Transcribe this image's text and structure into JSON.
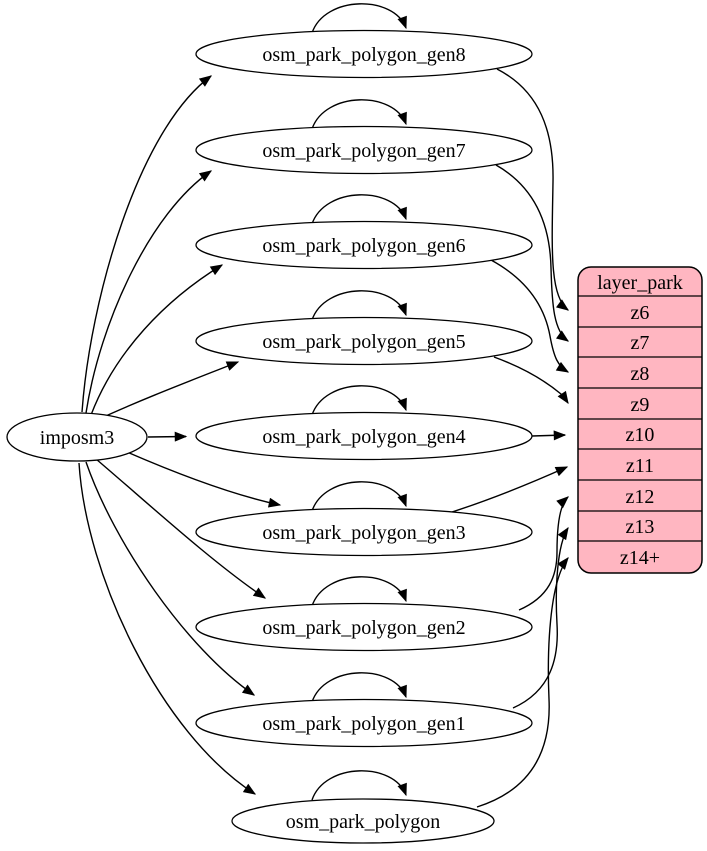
{
  "graph": {
    "source": {
      "label": "imposm3"
    },
    "tables": [
      {
        "label": "osm_park_polygon_gen8"
      },
      {
        "label": "osm_park_polygon_gen7"
      },
      {
        "label": "osm_park_polygon_gen6"
      },
      {
        "label": "osm_park_polygon_gen5"
      },
      {
        "label": "osm_park_polygon_gen4"
      },
      {
        "label": "osm_park_polygon_gen3"
      },
      {
        "label": "osm_park_polygon_gen2"
      },
      {
        "label": "osm_park_polygon_gen1"
      },
      {
        "label": "osm_park_polygon"
      }
    ],
    "layer_table": {
      "title": "layer_park",
      "rows": [
        "z6",
        "z7",
        "z8",
        "z9",
        "z10",
        "z11",
        "z12",
        "z13",
        "z14+"
      ]
    },
    "colors": {
      "layer_fill": "#ffb6c1",
      "node_fill": "#ffffff",
      "stroke": "#000000"
    },
    "edges": [
      {
        "from": "imposm3",
        "to": "osm_park_polygon_gen8"
      },
      {
        "from": "imposm3",
        "to": "osm_park_polygon_gen7"
      },
      {
        "from": "imposm3",
        "to": "osm_park_polygon_gen6"
      },
      {
        "from": "imposm3",
        "to": "osm_park_polygon_gen5"
      },
      {
        "from": "imposm3",
        "to": "osm_park_polygon_gen4"
      },
      {
        "from": "imposm3",
        "to": "osm_park_polygon_gen3"
      },
      {
        "from": "imposm3",
        "to": "osm_park_polygon_gen2"
      },
      {
        "from": "imposm3",
        "to": "osm_park_polygon_gen1"
      },
      {
        "from": "imposm3",
        "to": "osm_park_polygon"
      },
      {
        "from": "osm_park_polygon_gen8",
        "to": "osm_park_polygon_gen8"
      },
      {
        "from": "osm_park_polygon_gen7",
        "to": "osm_park_polygon_gen7"
      },
      {
        "from": "osm_park_polygon_gen6",
        "to": "osm_park_polygon_gen6"
      },
      {
        "from": "osm_park_polygon_gen5",
        "to": "osm_park_polygon_gen5"
      },
      {
        "from": "osm_park_polygon_gen4",
        "to": "osm_park_polygon_gen4"
      },
      {
        "from": "osm_park_polygon_gen3",
        "to": "osm_park_polygon_gen3"
      },
      {
        "from": "osm_park_polygon_gen2",
        "to": "osm_park_polygon_gen2"
      },
      {
        "from": "osm_park_polygon_gen1",
        "to": "osm_park_polygon_gen1"
      },
      {
        "from": "osm_park_polygon",
        "to": "osm_park_polygon"
      },
      {
        "from": "osm_park_polygon_gen8",
        "to": "layer_park:z6"
      },
      {
        "from": "osm_park_polygon_gen7",
        "to": "layer_park:z7"
      },
      {
        "from": "osm_park_polygon_gen6",
        "to": "layer_park:z8"
      },
      {
        "from": "osm_park_polygon_gen5",
        "to": "layer_park:z9"
      },
      {
        "from": "osm_park_polygon_gen4",
        "to": "layer_park:z10"
      },
      {
        "from": "osm_park_polygon_gen3",
        "to": "layer_park:z11"
      },
      {
        "from": "osm_park_polygon_gen2",
        "to": "layer_park:z12"
      },
      {
        "from": "osm_park_polygon_gen1",
        "to": "layer_park:z13"
      },
      {
        "from": "osm_park_polygon",
        "to": "layer_park:z14+"
      }
    ]
  }
}
